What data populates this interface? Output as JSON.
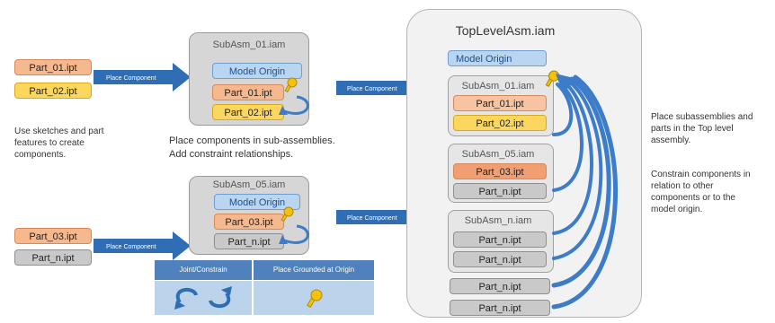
{
  "parts_left": {
    "p1": "Part_01.ipt",
    "p2": "Part_02.ipt",
    "p3": "Part_03.ipt",
    "pn": "Part_n.ipt"
  },
  "notes": {
    "left": [
      "Use sketches and part",
      "features to create",
      "components."
    ],
    "middle": [
      "Place components in sub-assemblies.",
      "Add constraint relationships."
    ],
    "right_1": [
      "Place subassemblies and",
      "parts in the Top level",
      "assembly."
    ],
    "right_2": [
      "Constrain components in",
      "relation to other",
      "components or to the",
      "model origin."
    ]
  },
  "arrows": {
    "a1": "Place Component",
    "a2": "Place Component",
    "a3": "Place Component",
    "a4": "Place Component"
  },
  "sub01": {
    "title": "SubAsm_01.iam",
    "origin": "Model Origin",
    "p1": "Part_01.ipt",
    "p2": "Part_02.ipt"
  },
  "sub05": {
    "title": "SubAsm_05.iam",
    "origin": "Model Origin",
    "p3": "Part_03.ipt",
    "pn": "Part_n.ipt"
  },
  "top": {
    "title": "TopLevelAsm.iam",
    "origin": "Model Origin",
    "s01": {
      "title": "SubAsm_01.iam",
      "p1": "Part_01.ipt",
      "p2": "Part_02.ipt"
    },
    "s05": {
      "title": "SubAsm_05.iam",
      "p3": "Part_03.ipt",
      "pn": "Part_n.ipt"
    },
    "sn": {
      "title": "SubAsm_n.iam",
      "pn1": "Part_n.ipt",
      "pn2": "Part_n.ipt"
    },
    "loose1": "Part_n.ipt",
    "loose2": "Part_n.ipt"
  },
  "legend": {
    "col1": "Joint/Constrain",
    "col2": "Place Grounded at Origin"
  },
  "colors": {
    "arrow_blue": "#2f6db5",
    "pin_yellow": "#f4c20d",
    "loop_blue": "#3d7cc9"
  }
}
